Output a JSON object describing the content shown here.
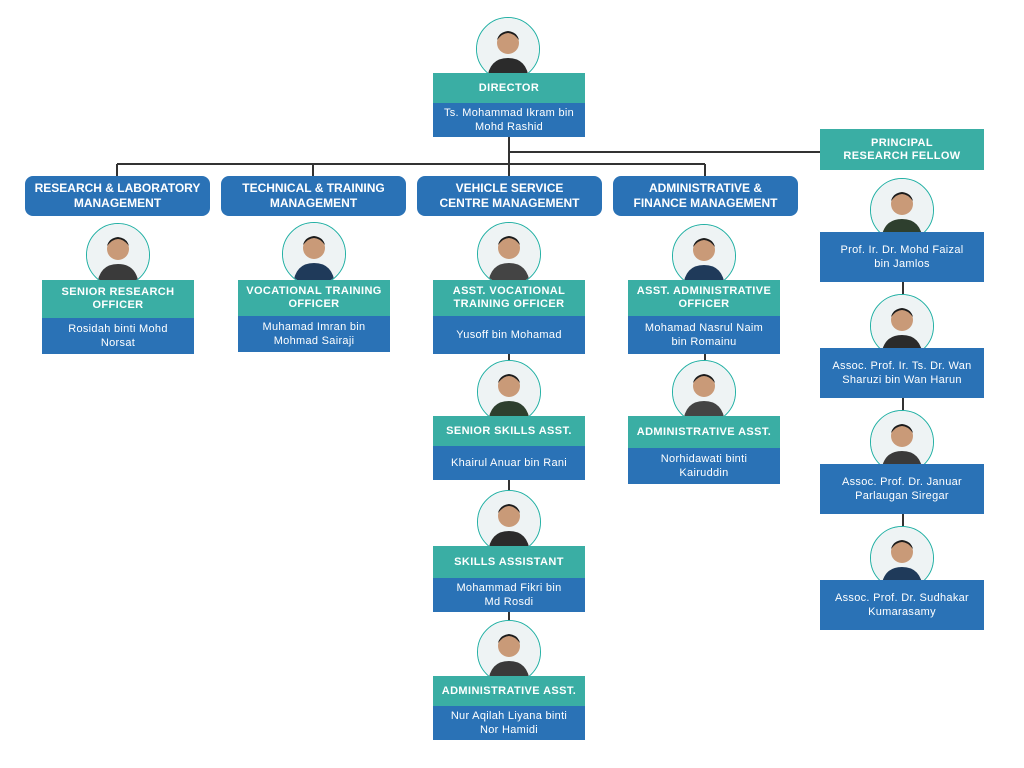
{
  "director": {
    "title": "DIRECTOR",
    "name": "Ts. Mohammad Ikram bin\nMohd Rashid"
  },
  "departments": [
    {
      "label": "RESEARCH &  LABORATORY\nMANAGEMENT"
    },
    {
      "label": "TECHNICAL & TRAINING\nMANAGEMENT"
    },
    {
      "label": "VEHICLE SERVICE\nCENTRE MANAGEMENT"
    },
    {
      "label": "ADMINISTRATIVE &\nFINANCE MANAGEMENT"
    }
  ],
  "research": {
    "title": "SENIOR RESEARCH\nOFFICER",
    "name": "Rosidah binti Mohd\nNorsat"
  },
  "technical": {
    "title": "VOCATIONAL TRAINING\nOFFICER",
    "name": "Muhamad Imran bin\nMohmad Sairaji"
  },
  "vehicle": [
    {
      "title": "ASST. VOCATIONAL\nTRAINING OFFICER",
      "name": "Yusoff bin Mohamad"
    },
    {
      "title": "SENIOR SKILLS ASST.",
      "name": "Khairul Anuar bin Rani"
    },
    {
      "title": "SKILLS ASSISTANT",
      "name": "Mohammad Fikri bin\nMd Rosdi"
    },
    {
      "title": "ADMINISTRATIVE ASST.",
      "name": "Nur Aqilah Liyana binti\nNor Hamidi"
    }
  ],
  "admin": [
    {
      "title": "ASST. ADMINISTRATIVE\nOFFICER",
      "name": "Mohamad Nasrul Naim\nbin Romainu"
    },
    {
      "title": "ADMINISTRATIVE ASST.",
      "name": "Norhidawati binti\nKairuddin"
    }
  ],
  "fellows": {
    "title": "PRINCIPAL\nRESEARCH FELLOW",
    "members": [
      {
        "name": "Prof. Ir. Dr. Mohd Faizal\nbin Jamlos"
      },
      {
        "name": "Assoc. Prof. Ir. Ts. Dr. Wan\nSharuzi bin Wan Harun"
      },
      {
        "name": "Assoc. Prof. Dr. Januar\nParlaugan Siregar"
      },
      {
        "name": "Assoc. Prof. Dr. Sudhakar\nKumarasamy"
      }
    ]
  },
  "colors": {
    "title_bg": "#3aaea4",
    "name_bg": "#2a72b6",
    "dept_bg": "#2a72b6",
    "line": "#333333",
    "accent_ring": "#23b0a4"
  }
}
